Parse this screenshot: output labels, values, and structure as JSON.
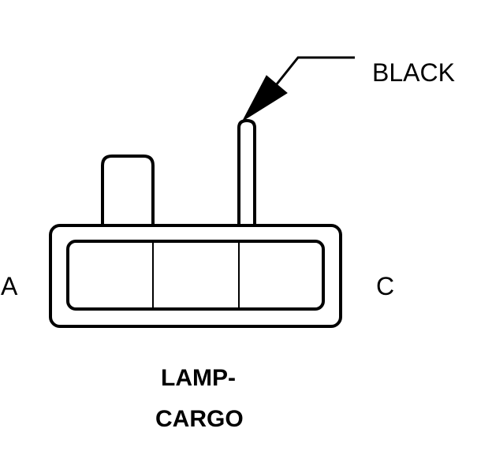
{
  "diagram": {
    "wire_color_label": "BLACK",
    "pin_left_label": "A",
    "pin_right_label": "C",
    "connector_name_line1": "LAMP-",
    "connector_name_line2": "CARGO",
    "colors": {
      "stroke": "#000000",
      "background": "#ffffff"
    }
  }
}
